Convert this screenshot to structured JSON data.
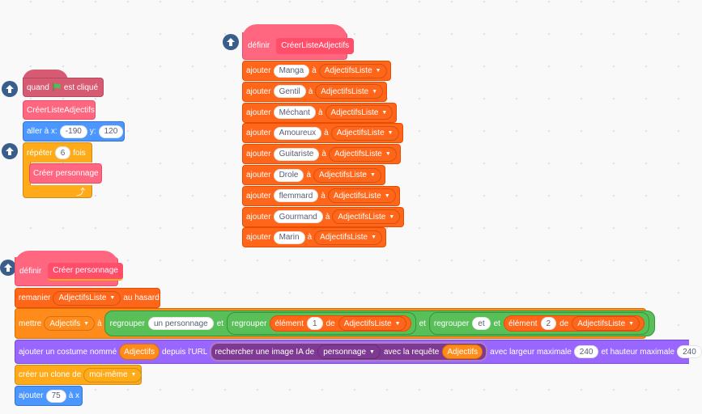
{
  "script1": {
    "hat_when": "quand",
    "hat_clicked": "est cliqué",
    "call_create_list": "CréerListeAdjectifs",
    "goto_prefix": "aller à x:",
    "goto_x": "-190",
    "goto_y_label": "y:",
    "goto_y": "120",
    "repeat_prefix": "répéter",
    "repeat_count": "6",
    "repeat_suffix": "fois",
    "call_create_character": "Créer personnage",
    "loop_arrow": "⤴"
  },
  "script2": {
    "define_label": "définir",
    "define_name": "CréerListeAdjectifs",
    "add_label": "ajouter",
    "to_label": "à",
    "list_name": "AdjectifsListe",
    "items": [
      "Manga",
      "Gentil",
      "Méchant",
      "Amoureux",
      "Guitariste",
      "Drole",
      "flemmard",
      "Gourmand",
      "Marin"
    ]
  },
  "script3": {
    "define_label": "définir",
    "define_name": "Créer personnage",
    "shuffle_label": "remanier",
    "shuffle_list": "AdjectifsListe",
    "shuffle_suffix": "au hasard",
    "set_label": "mettre",
    "set_var": "Adjectifs",
    "to_label": "à",
    "join_label": "regrouper",
    "join_text1": "un personnage",
    "and_text": "et",
    "element_label": "élément",
    "elem_index1": "1",
    "of_label": "de",
    "list_name": "AdjectifsListe",
    "join_text_et": "et",
    "elem_index2": "2",
    "costume_label": "ajouter un costume nommé",
    "costume_var": "Adjectifs",
    "from_url": "depuis l'URL",
    "search_label": "rechercher une image IA de",
    "search_dd": "personnage",
    "with_query": "avec la requête",
    "query_var": "Adjectifs",
    "width_label": "avec largeur maximale",
    "width_val": "240",
    "height_label": "et hauteur maximale",
    "height_val": "240",
    "clone_label": "créer un clone de",
    "clone_target": "moi-même",
    "add_x_label": "ajouter",
    "add_x_val": "75",
    "add_x_suffix": "à x"
  },
  "colors": {
    "my_blocks": "#ff6680",
    "variables": "#ff8c1a",
    "lists": "#ff661a",
    "motion": "#4c97ff",
    "control": "#ffab19",
    "operators": "#59c059",
    "extension": "#9966ff",
    "events_flag": "#4cbf56",
    "collapse_button": "#3a5e8c"
  },
  "icons": [
    "green-flag-icon",
    "arrow-up-icon",
    "dropdown-caret-icon",
    "loop-arrow-icon"
  ]
}
